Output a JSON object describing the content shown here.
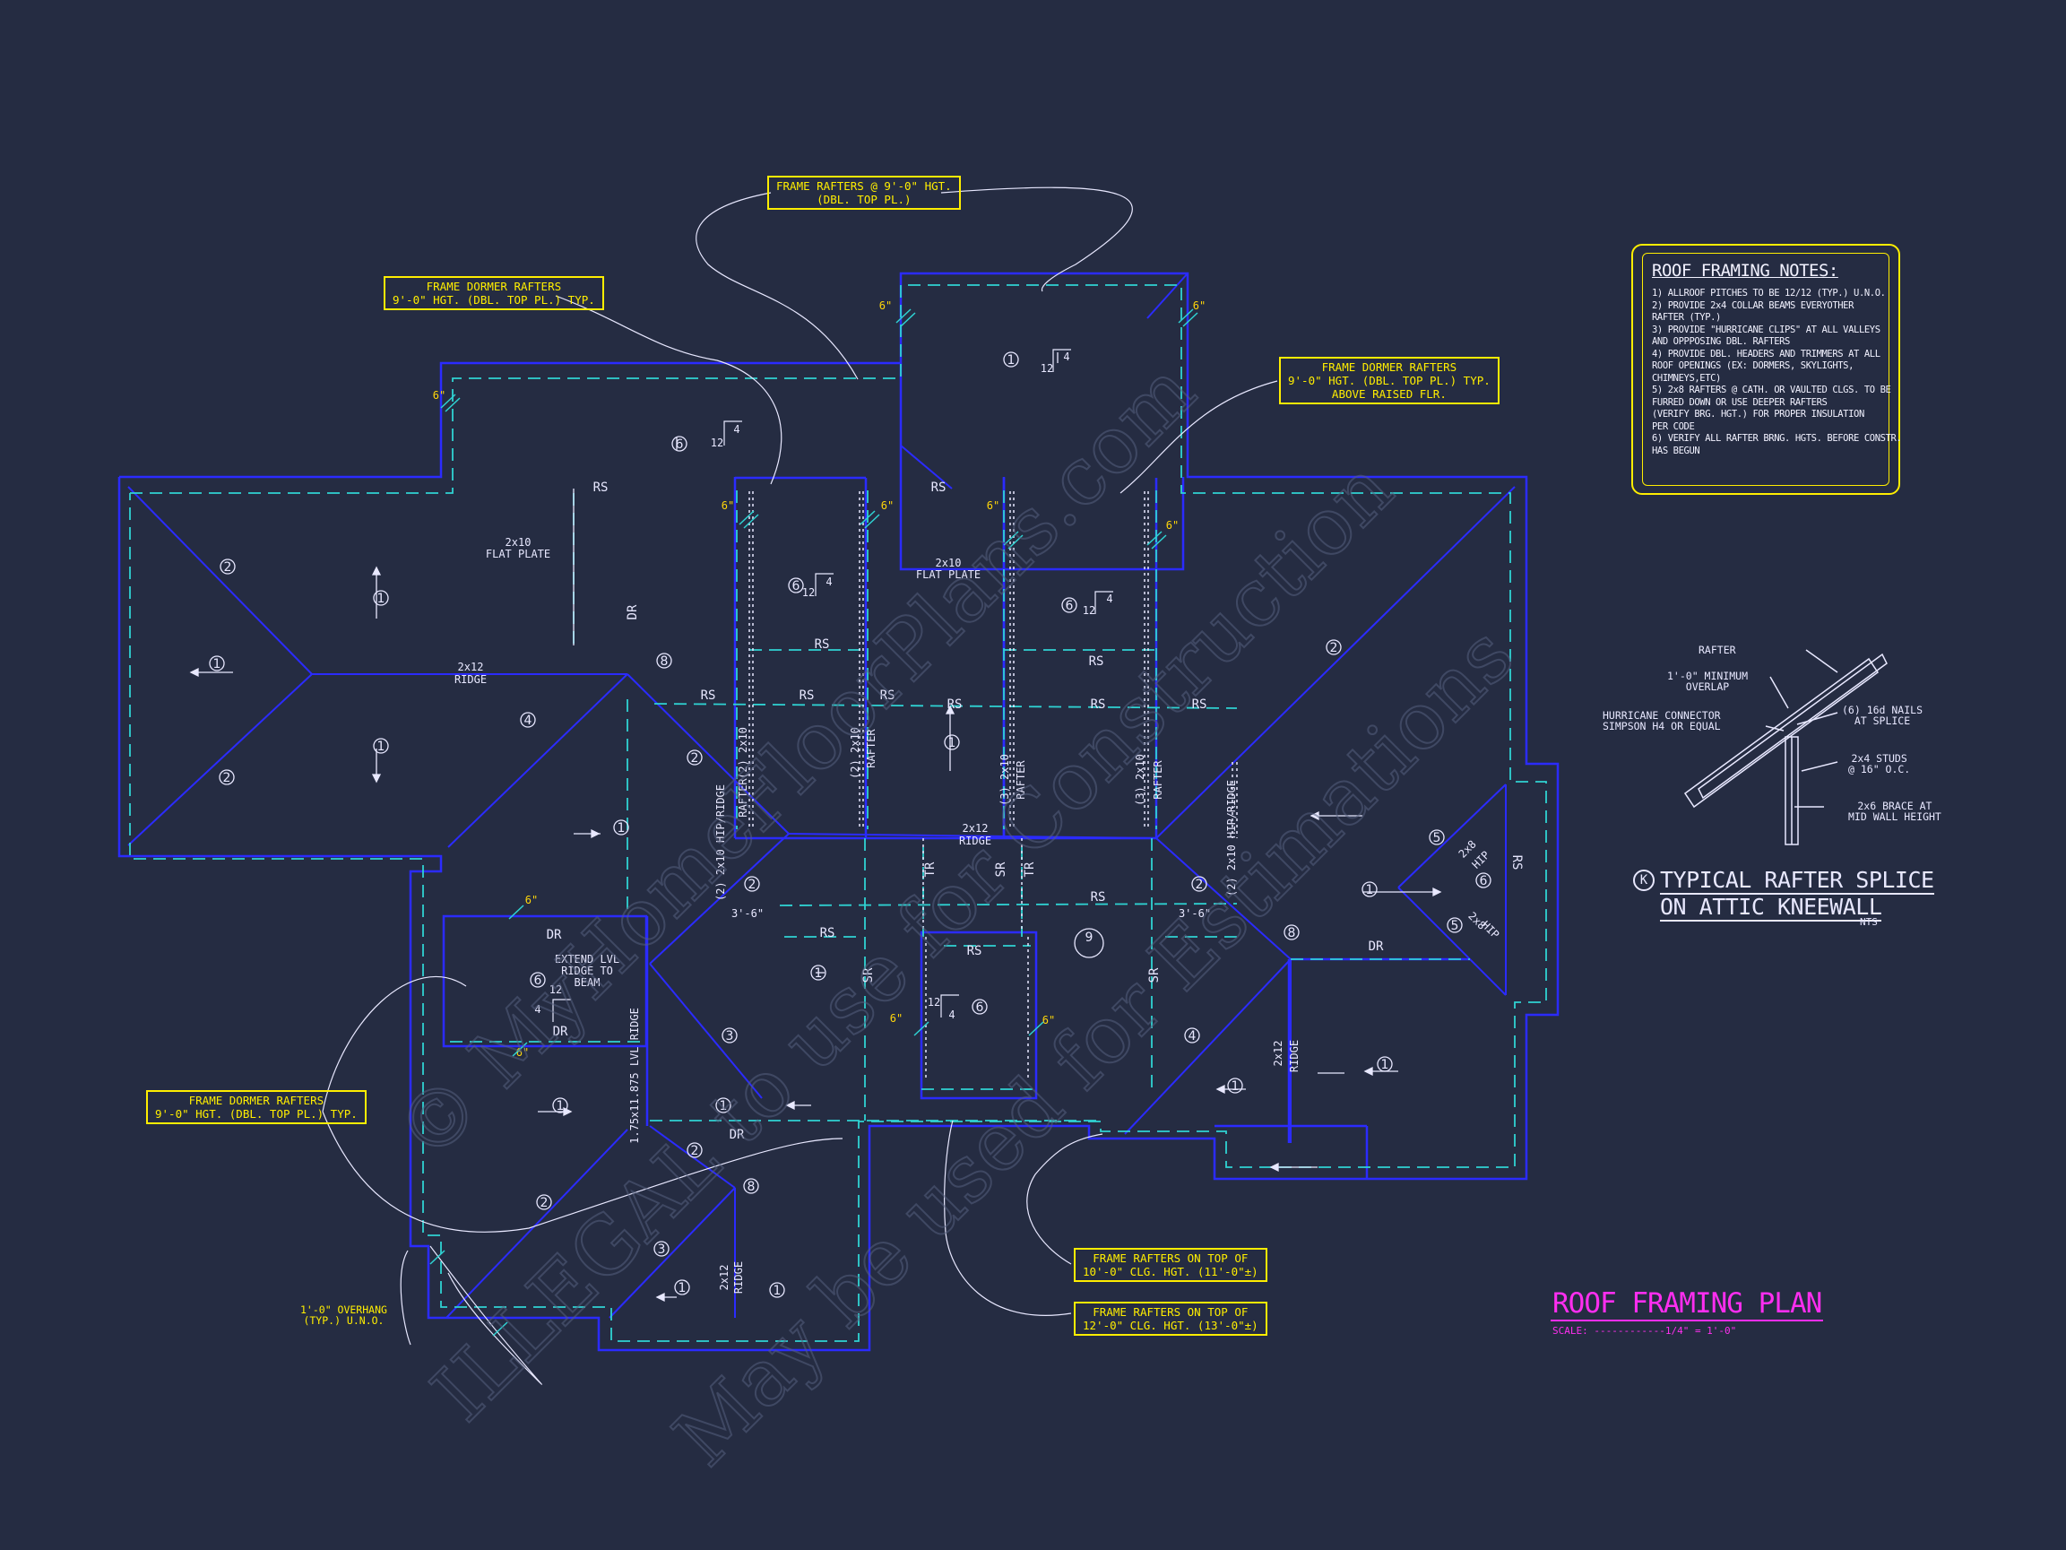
{
  "colors": {
    "background": "#252c42",
    "plan_line": "#2b2bff",
    "dashed": "#2fd3d3",
    "text": "#e8e8ff",
    "callout": "#ffee00",
    "title": "#ff2ef0",
    "dim": "#ffd60a"
  },
  "notes": {
    "title": "ROOF FRAMING NOTES:",
    "lines": [
      "1) ALLROOF PITCHES TO BE  12/12 (TYP.) U.N.O.",
      "2) PROVIDE 2x4 COLLAR BEAMS EVERYOTHER",
      "   RAFTER (TYP.)",
      "3) PROVIDE \"HURRICANE CLIPS\" AT ALL VALLEYS",
      "   AND OPPPOSING DBL. RAFTERS",
      "4) PROVIDE DBL. HEADERS AND TRIMMERS AT ALL",
      "   ROOF OPENINGS (EX: DORMERS, SKYLIGHTS,",
      "   CHIMNEYS,ETC)",
      "5) 2x8 RAFTERS @ CATH. OR VAULTED CLGS. TO BE",
      "   FURRED DOWN OR USE DEEPER RAFTERS",
      "   (VERIFY BRG. HGT.) FOR PROPER INSULATION",
      "   PER CODE",
      "6) VERIFY ALL RAFTER BRNG. HGTS. BEFORE CONSTR.",
      "   HAS BEGUN"
    ]
  },
  "callouts": {
    "c1": [
      "FRAME RAFTERS @ 9'-0\" HGT.",
      "(DBL. TOP PL.)"
    ],
    "c2": [
      "FRAME DORMER RAFTERS",
      "9'-0\" HGT. (DBL. TOP PL.) TYP."
    ],
    "c3": [
      "FRAME DORMER RAFTERS",
      "9'-0\" HGT. (DBL. TOP PL.) TYP.",
      "ABOVE RAISED FLR."
    ],
    "c4": [
      "FRAME DORMER RAFTERS",
      "9'-0\" HGT. (DBL. TOP PL.) TYP."
    ],
    "c5": [
      "FRAME RAFTERS ON TOP OF",
      "10'-0\" CLG. HGT. (11'-0\"±)"
    ],
    "c6": [
      "FRAME RAFTERS ON TOP OF",
      "12'-0\" CLG. HGT. (13'-0\"±)"
    ]
  },
  "overhang": [
    "1'-0\" OVERHANG",
    "(TYP.) U.N.O."
  ],
  "title": {
    "text": "ROOF FRAMING PLAN",
    "scale": "SCALE: ------------1/4\" = 1'-0\""
  },
  "detail": {
    "key": "K",
    "line1": "TYPICAL RAFTER SPLICE",
    "line2": "ON ATTIC KNEEWALL",
    "nts": "NTS",
    "rafter": "RAFTER",
    "overlap": [
      "1'-0\" MINIMUM",
      "OVERLAP"
    ],
    "connector": [
      "HURRICANE CONNECTOR",
      "SIMPSON H4 OR EQUAL"
    ],
    "nails": [
      "(6) 16d NAILS",
      "AT SPLICE"
    ],
    "studs": [
      "2x4 STUDS",
      "@ 16\" O.C."
    ],
    "brace": [
      "2x6 BRACE AT",
      "MID WALL HEIGHT"
    ]
  },
  "labels": {
    "rs": "RS",
    "sr": "SR",
    "dr": "DR",
    "tr": "TR",
    "ridge": "RIDGE",
    "two_x12": "2x12",
    "two_x10": "2x10",
    "flat_plate": "FLAT PLATE",
    "rafter": "RAFTER",
    "six": "6\"",
    "three_six": "3'-6\"",
    "hip": "HIP",
    "two_x8": "2x8",
    "extend": [
      "EXTEND LVL",
      "RIDGE TO",
      "BEAM"
    ],
    "lvl_ridge": "1.75x11.875 LVL RIDGE",
    "hip_ridge": "(2) 2x10 HIP/RIDGE",
    "rafter2": "(2) 2x10",
    "rafter3": "(3) 2x10",
    "pitch_12": "12",
    "pitch_4": "4",
    "n1": "1",
    "n2": "2",
    "n3": "3",
    "n4": "4",
    "n5": "5",
    "n6": "6",
    "n8": "8",
    "n9": "9"
  },
  "watermark": [
    "© MyHomeFloorPlans.com",
    "ILLEGAL to use for Construction",
    "May be used for Estimations"
  ]
}
